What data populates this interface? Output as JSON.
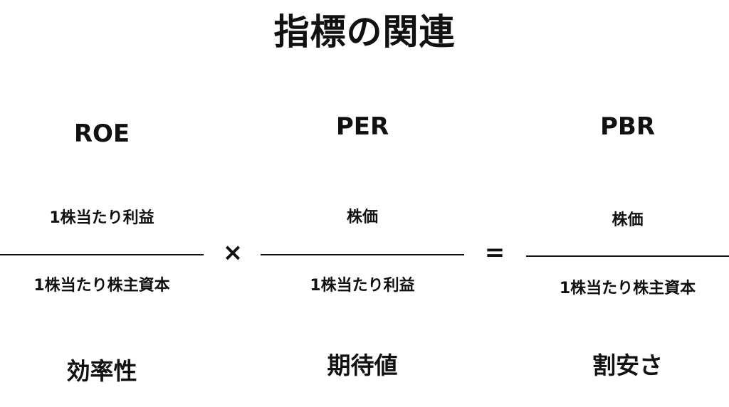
{
  "title": "指標の関連",
  "columns": [
    {
      "name": "ROE",
      "numerator": "1株当たり利益",
      "denominator": "1株当たり株主資本",
      "meaning": "効率性"
    },
    {
      "name": "PER",
      "numerator": "株価",
      "denominator": "1株当たり利益",
      "meaning": "期待値"
    },
    {
      "name": "PBR",
      "numerator": "株価",
      "denominator": "1株当たり株主資本",
      "meaning": "割安さ"
    }
  ],
  "operators": {
    "times": "×",
    "equals": "="
  }
}
